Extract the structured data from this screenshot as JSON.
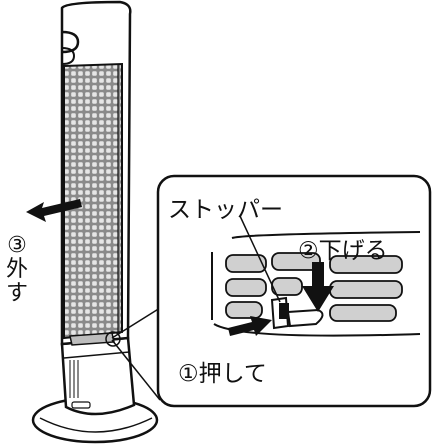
{
  "labels": {
    "step3_number": "③",
    "step3_char1": "外",
    "step3_char2": "す",
    "stopper": "ストッパー",
    "step2": "②下げる",
    "step1": "①押して"
  },
  "icons": {
    "arrow_remove": "arrow-left-icon",
    "arrow_push": "arrow-right-icon",
    "arrow_lower": "arrow-down-icon"
  },
  "colors": {
    "line": "#111111",
    "grille_bg": "#8a8a8a",
    "grille_hole": "#e6e6e6",
    "slot_fill": "#d0d0d0"
  }
}
